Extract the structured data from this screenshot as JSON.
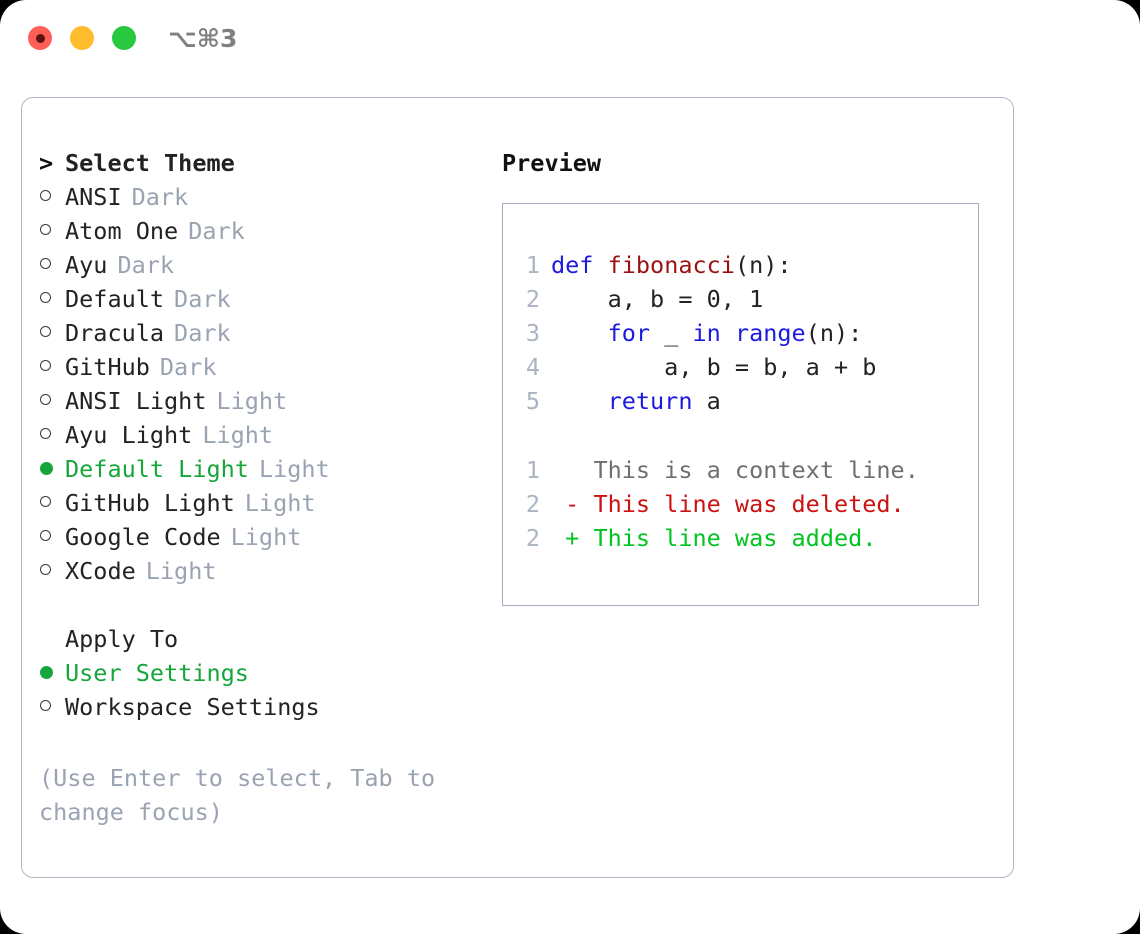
{
  "window": {
    "shortcut": "⌥⌘3",
    "traffic_lights": [
      {
        "name": "close",
        "color": "#ff5f57"
      },
      {
        "name": "minimize",
        "color": "#ffbd2e"
      },
      {
        "name": "zoom",
        "color": "#28c840"
      }
    ]
  },
  "colors": {
    "selected_green": "#17a63b",
    "tag_grey": "#9aa3b2",
    "hint_grey": "#9aa3b2",
    "panel_border": "#aeb7c4",
    "code_border": "#a3afc0",
    "keyword_blue": "#1a1ae0",
    "function_red": "#9c1212",
    "diff_delete_red": "#cc1111",
    "diff_add_green": "#00c41f",
    "lineno_grey": "#abb4c2"
  },
  "theme_list": {
    "header": "Select Theme",
    "header_marker": ">",
    "items": [
      {
        "marker": "○",
        "selected": false,
        "label": "ANSI",
        "tag": "Dark"
      },
      {
        "marker": "○",
        "selected": false,
        "label": "Atom One",
        "tag": "Dark"
      },
      {
        "marker": "○",
        "selected": false,
        "label": "Ayu",
        "tag": "Dark"
      },
      {
        "marker": "○",
        "selected": false,
        "label": "Default",
        "tag": "Dark"
      },
      {
        "marker": "○",
        "selected": false,
        "label": "Dracula",
        "tag": "Dark"
      },
      {
        "marker": "○",
        "selected": false,
        "label": "GitHub",
        "tag": "Dark"
      },
      {
        "marker": "○",
        "selected": false,
        "label": "ANSI Light",
        "tag": "Light"
      },
      {
        "marker": "○",
        "selected": false,
        "label": "Ayu Light",
        "tag": "Light"
      },
      {
        "marker": "●",
        "selected": true,
        "label": "Default Light",
        "tag": "Light"
      },
      {
        "marker": "○",
        "selected": false,
        "label": "GitHub Light",
        "tag": "Light"
      },
      {
        "marker": "○",
        "selected": false,
        "label": "Google Code",
        "tag": "Light"
      },
      {
        "marker": "○",
        "selected": false,
        "label": "XCode",
        "tag": "Light"
      }
    ]
  },
  "apply_to": {
    "header": "Apply To",
    "items": [
      {
        "marker": "●",
        "selected": true,
        "label": "User Settings"
      },
      {
        "marker": "○",
        "selected": false,
        "label": "Workspace Settings"
      }
    ]
  },
  "hint": "(Use Enter to select, Tab to change focus)",
  "preview": {
    "title": "Preview",
    "code_lines": [
      {
        "no": "1",
        "tokens": [
          {
            "t": "def",
            "c": "kw"
          },
          {
            "t": " ",
            "c": "plain"
          },
          {
            "t": "fibonacci",
            "c": "fn"
          },
          {
            "t": "(n):",
            "c": "plain"
          }
        ]
      },
      {
        "no": "2",
        "tokens": [
          {
            "t": "    a, b = 0, 1",
            "c": "plain"
          }
        ]
      },
      {
        "no": "3",
        "tokens": [
          {
            "t": "    ",
            "c": "plain"
          },
          {
            "t": "for",
            "c": "kw"
          },
          {
            "t": " _ ",
            "c": "plain"
          },
          {
            "t": "in",
            "c": "kw"
          },
          {
            "t": " ",
            "c": "plain"
          },
          {
            "t": "range",
            "c": "kw"
          },
          {
            "t": "(n):",
            "c": "plain"
          }
        ]
      },
      {
        "no": "4",
        "tokens": [
          {
            "t": "        a, b = b, a + b",
            "c": "plain"
          }
        ]
      },
      {
        "no": "5",
        "tokens": [
          {
            "t": "    ",
            "c": "plain"
          },
          {
            "t": "return",
            "c": "kw"
          },
          {
            "t": " a",
            "c": "plain"
          }
        ]
      }
    ],
    "diff_lines": [
      {
        "no": "1",
        "text": "   This is a context line.",
        "kind": "diff-ctx"
      },
      {
        "no": "2",
        "text": " - This line was deleted.",
        "kind": "diff-del"
      },
      {
        "no": "2",
        "text": " + This line was added.",
        "kind": "diff-add"
      }
    ]
  }
}
